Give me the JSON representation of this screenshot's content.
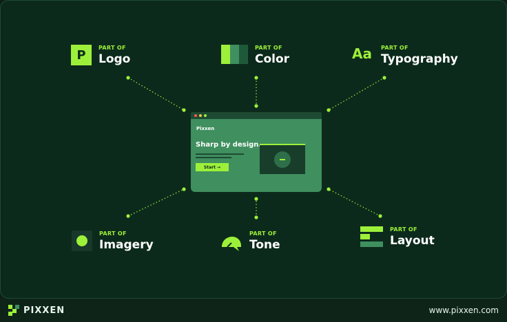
{
  "colors": {
    "accent": "#9df03a",
    "background": "#0c2a1c",
    "window": "#3f8f5f"
  },
  "nodes": [
    {
      "id": "logo",
      "kicker": "PART OF",
      "title": "Logo",
      "icon": "logo-p-icon",
      "glyph": "P"
    },
    {
      "id": "color",
      "kicker": "PART OF",
      "title": "Color",
      "icon": "color-swatches-icon"
    },
    {
      "id": "typography",
      "kicker": "PART OF",
      "title": "Typography",
      "icon": "typography-icon",
      "glyph": "Aa"
    },
    {
      "id": "imagery",
      "kicker": "PART OF",
      "title": "Imagery",
      "icon": "image-icon"
    },
    {
      "id": "tone",
      "kicker": "PART OF",
      "title": "Tone",
      "icon": "speech-bubble-icon"
    },
    {
      "id": "layout",
      "kicker": "PART OF",
      "title": "Layout",
      "icon": "layout-bars-icon"
    }
  ],
  "window": {
    "brand": "Pixxen",
    "headline": "Sharp by design.",
    "button": "Start →",
    "media_icon": "play-icon"
  },
  "footer": {
    "brand": "PIXXEN",
    "url": "www.pixxen.com"
  }
}
